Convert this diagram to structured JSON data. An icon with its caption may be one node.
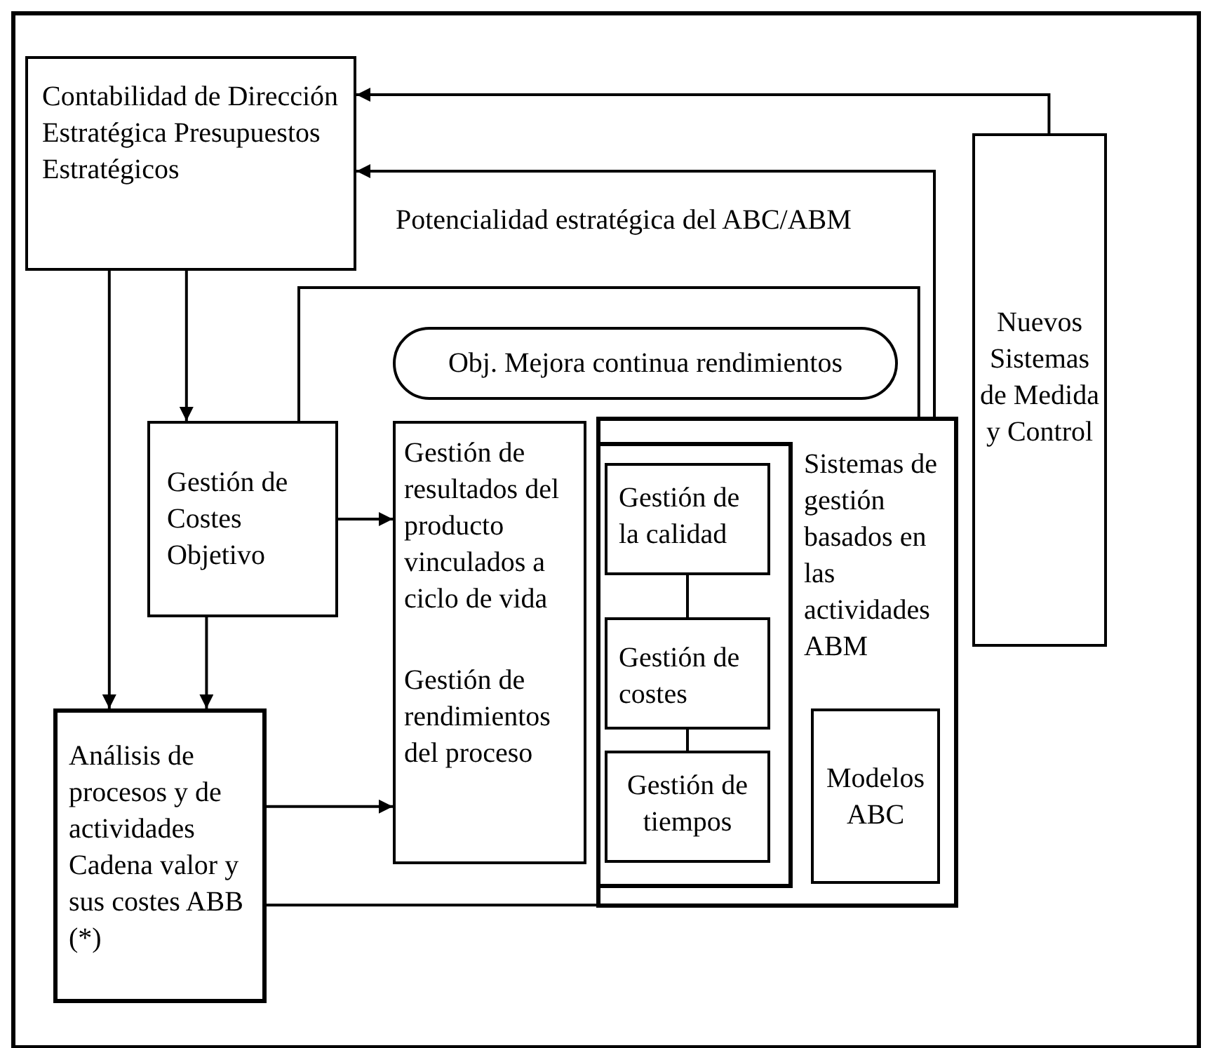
{
  "diagram": {
    "nodes": [
      {
        "text": [
          "Contabilidad de Dirección Estratégica Presupuestos Estratégicos"
        ]
      },
      {
        "text": [
          "Nuevos Sistemas de Medida y Control"
        ]
      },
      {
        "text": [
          "Obj. Mejora continua rendimientos"
        ]
      },
      {
        "text": [
          "Gestión de Costes Objetivo"
        ]
      },
      {
        "text": [
          "Gestión de resultados del producto vinculados a ciclo de vida",
          "Gestión de rendimientos del proceso"
        ]
      },
      {
        "text": [
          "Sistemas de gestión basados en las actividades ABM"
        ]
      },
      {
        "text": [
          "Gestión de la calidad"
        ],
        "in": 5
      },
      {
        "text": [
          "Gestión de costes"
        ],
        "in": 5
      },
      {
        "text": [
          "Gestión de tiempos"
        ],
        "in": 5
      },
      {
        "text": [
          "Modelos ABC"
        ],
        "in": 5
      },
      {
        "text": [
          "Análisis de procesos y de actividades Cadena valor y sus costes ABB (*)"
        ]
      }
    ],
    "edges": [
      {
        "from": 1,
        "to": 0,
        "arrow": "to"
      },
      {
        "from": 5,
        "to": 0,
        "arrow": "to"
      },
      {
        "from": 0,
        "to": 10,
        "arrow": "to"
      },
      {
        "from": 0,
        "to": 3,
        "arrow": "to"
      },
      {
        "from": 3,
        "to": 5,
        "arrow": "none"
      },
      {
        "from": 3,
        "to": 4,
        "arrow": "to"
      },
      {
        "from": 3,
        "to": 10,
        "arrow": "to"
      },
      {
        "from": 10,
        "to": 4,
        "arrow": "to"
      },
      {
        "from": 10,
        "to": 5,
        "arrow": "none"
      },
      {
        "from": 6,
        "to": 7,
        "arrow": "none"
      },
      {
        "from": 7,
        "to": 8,
        "arrow": "none"
      }
    ],
    "labels": [
      "Potencialidad estratégica del ABC/ABM"
    ]
  }
}
